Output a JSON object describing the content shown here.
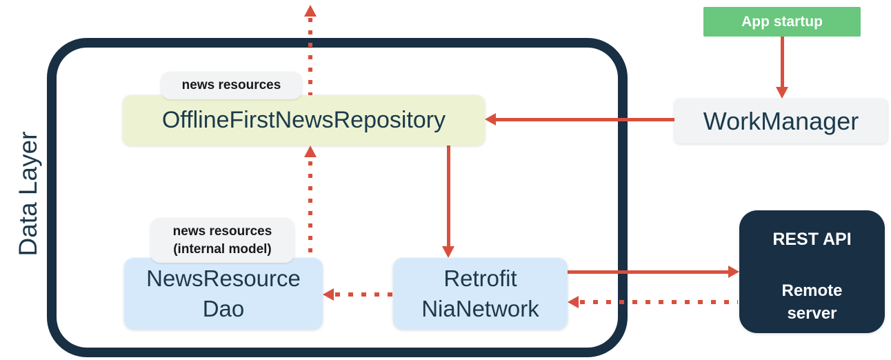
{
  "layer": {
    "label": "Data Layer"
  },
  "nodes": {
    "repository": {
      "label": "OfflineFirstNewsRepository"
    },
    "dao": {
      "line1": "NewsResource",
      "line2": "Dao"
    },
    "network": {
      "line1": "Retrofit",
      "line2": "NiaNetwork"
    },
    "workmanager": {
      "label": "WorkManager"
    },
    "app_startup": {
      "label": "App startup"
    },
    "remote_server": {
      "title": "REST API",
      "sub_line1": "Remote",
      "sub_line2": "server"
    }
  },
  "annotations": {
    "news_resources": {
      "line1": "news resources"
    },
    "news_resources_internal": {
      "line1": "news resources",
      "line2": "(internal model)"
    }
  },
  "edges": [
    {
      "id": "repository-to-offscreen-top",
      "from": "OfflineFirstNewsRepository",
      "to": "(offscreen top)",
      "style": "dotted",
      "direction": "up"
    },
    {
      "id": "dao-to-repository",
      "from": "NewsResource Dao",
      "to": "OfflineFirstNewsRepository",
      "style": "dotted",
      "direction": "up"
    },
    {
      "id": "repository-to-network",
      "from": "OfflineFirstNewsRepository",
      "to": "Retrofit NiaNetwork",
      "style": "solid",
      "direction": "down"
    },
    {
      "id": "app-startup-to-workmanager",
      "from": "App startup",
      "to": "WorkManager",
      "style": "solid",
      "direction": "down"
    },
    {
      "id": "workmanager-to-repository",
      "from": "WorkManager",
      "to": "OfflineFirstNewsRepository",
      "style": "solid",
      "direction": "left"
    },
    {
      "id": "network-to-remote-server",
      "from": "Retrofit NiaNetwork",
      "to": "REST API Remote server",
      "style": "solid",
      "direction": "right"
    },
    {
      "id": "remote-server-to-network",
      "from": "REST API Remote server",
      "to": "Retrofit NiaNetwork",
      "style": "dotted",
      "direction": "left"
    },
    {
      "id": "network-to-dao",
      "from": "Retrofit NiaNetwork",
      "to": "NewsResource Dao",
      "style": "dotted",
      "direction": "left"
    }
  ],
  "colors": {
    "navy": "#182f44",
    "navy-text": "#1c394b",
    "lime": "#edf3d2",
    "blue": "#d6e9fb",
    "chip": "#f1f3f4",
    "chip-text": "#17181a",
    "green": "#69c77e",
    "red": "#d8503d",
    "white": "#ffffff",
    "bg": "#ffffff"
  }
}
